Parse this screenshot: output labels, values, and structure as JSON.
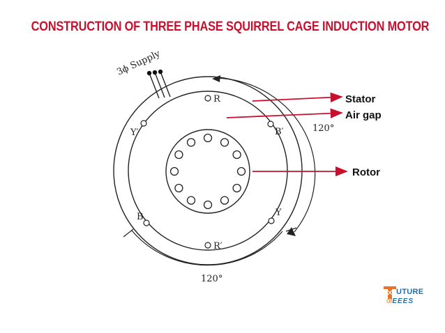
{
  "title": "CONSTRUCTION OF THREE PHASE SQUIRREL CAGE INDUCTION MOTOR",
  "supply_label": "3ϕ Supply",
  "terminals": {
    "r": "R",
    "r_prime": "R′",
    "y": "Y",
    "y_prime": "Y′",
    "b": "B",
    "b_prime": "B′"
  },
  "angles": {
    "right": "120°",
    "bottom": "120°"
  },
  "callouts": {
    "stator": "Stator",
    "air_gap": "Air gap",
    "rotor": "Rotor"
  },
  "colors": {
    "title": "#c8102e",
    "arrow": "#c8102e",
    "line": "#222222"
  },
  "logo": {
    "line1": "UTURE",
    "line2_prefix": "of",
    "line2_main": "EEES",
    "icon": "tower-icon"
  }
}
